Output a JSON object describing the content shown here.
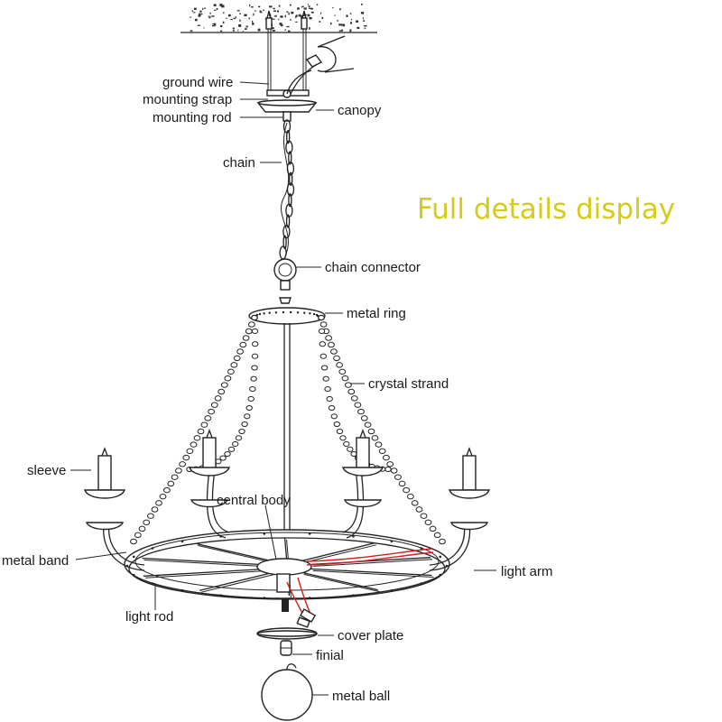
{
  "banner": {
    "text": "Full details display",
    "color": "#d4cc18"
  },
  "labels": {
    "ground_wire": "ground wire",
    "mounting_strap": "mounting strap",
    "mounting_rod": "mounting rod",
    "canopy": "canopy",
    "chain": "chain",
    "chain_connector": "chain connector",
    "metal_ring": "metal ring",
    "crystal_strand": "crystal strand",
    "sleeve": "sleeve",
    "central_body": "central body",
    "metal_band": "metal band",
    "light_arm": "light arm",
    "light_rod": "light rod",
    "cover_plate": "cover plate",
    "finial": "finial",
    "metal_ball": "metal ball"
  },
  "wire_color": "#d42020"
}
